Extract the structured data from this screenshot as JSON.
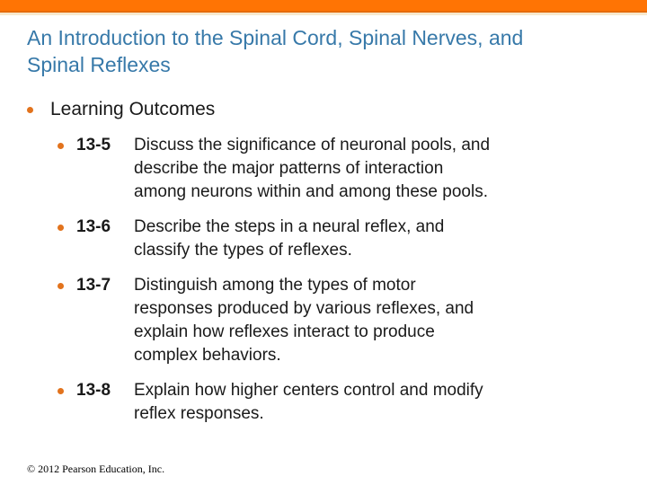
{
  "slide": {
    "title": "An Introduction to the Spinal Cord, Spinal Nerves, and\nSpinal Reflexes",
    "section_heading": "Learning Outcomes",
    "outcomes": [
      {
        "num": "13-5",
        "text": "Discuss the significance of neuronal pools, and\ndescribe the major patterns of interaction\namong neurons within and among these pools."
      },
      {
        "num": "13-6",
        "text": "Describe the steps in a neural reflex, and\nclassify the types of reflexes."
      },
      {
        "num": "13-7",
        "text": "Distinguish among the types of motor\nresponses produced by various reflexes, and\nexplain how reflexes interact to produce\ncomplex behaviors."
      },
      {
        "num": "13-8",
        "text": "Explain how higher centers control and modify\nreflex responses."
      }
    ],
    "footer": "© 2012 Pearson Education, Inc.",
    "colors": {
      "accent_orange": "#FF7404",
      "accent_orange_dark": "#E56A0A",
      "accent_cream": "#F7E8CD",
      "title_blue": "#3779A9",
      "bullet_orange": "#E2731D",
      "body_text": "#1A1A1A"
    }
  }
}
